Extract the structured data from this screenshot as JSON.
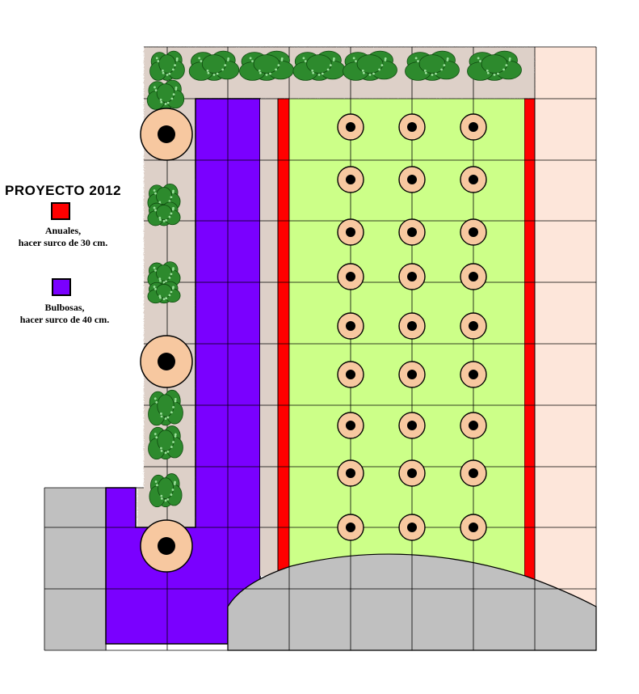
{
  "legend": {
    "title": "PROYECTO  2012",
    "items": [
      {
        "color": "#ff0000",
        "line1": "Anuales,",
        "line2": "hacer surco de 30 cm."
      },
      {
        "color": "#7a00ff",
        "line1": "Bulbosas,",
        "line2": "hacer surco de 40 cm."
      }
    ]
  },
  "colors": {
    "paving": "#c0c0c0",
    "path": "#ddd0c8",
    "lawn": "#ccff88",
    "annuals": "#ff0000",
    "bulbs": "#7a00ff",
    "neighbor": "#fde6da",
    "pot": "#f7c8a0",
    "hedge": "#2d8a2d",
    "grid": "#000000"
  },
  "icons": {
    "pot": "potted-plant-circle-icon",
    "shrub": "shrub-icon"
  },
  "plan": {
    "pot_grid": {
      "rows": 9,
      "cols": 3
    }
  }
}
